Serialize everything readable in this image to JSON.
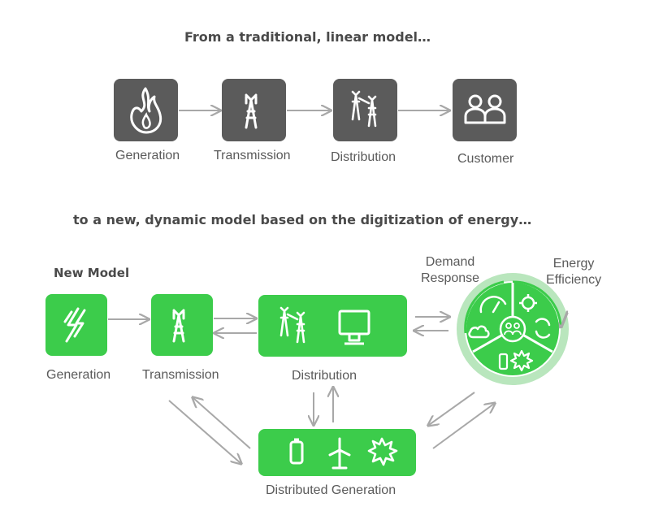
{
  "traditional": {
    "heading": "From a traditional, linear model…",
    "nodes": [
      {
        "label": "Generation",
        "icon": "flame-icon"
      },
      {
        "label": "Transmission",
        "icon": "transmission-tower-icon"
      },
      {
        "label": "Distribution",
        "icon": "distribution-towers-icon"
      },
      {
        "label": "Customer",
        "icon": "customer-people-icon"
      }
    ]
  },
  "dynamic": {
    "heading": "to a new, dynamic model based on the digitization of energy…",
    "model_title": "New Model",
    "generation": "Generation",
    "transmission": "Transmission",
    "distribution": "Distribution",
    "distributed_generation": "Distributed Generation",
    "demand_response": "Demand\nResponse",
    "energy_efficiency": "Energy\nEfficiency"
  },
  "colors": {
    "green": "#3ccc4b",
    "dark_box": "#5b5b5b",
    "arrow": "#a8a8a8",
    "ring": "#b9e6bd"
  }
}
